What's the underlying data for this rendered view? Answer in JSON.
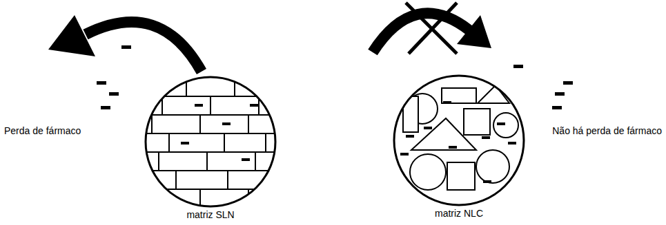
{
  "diagram": {
    "nodes": [
      {
        "text": [
          "matriz SLN"
        ]
      },
      {
        "text": [
          "matriz NLC"
        ]
      }
    ],
    "labels": [
      "Perda de fármaco",
      "Não há perda de fármaco"
    ]
  }
}
